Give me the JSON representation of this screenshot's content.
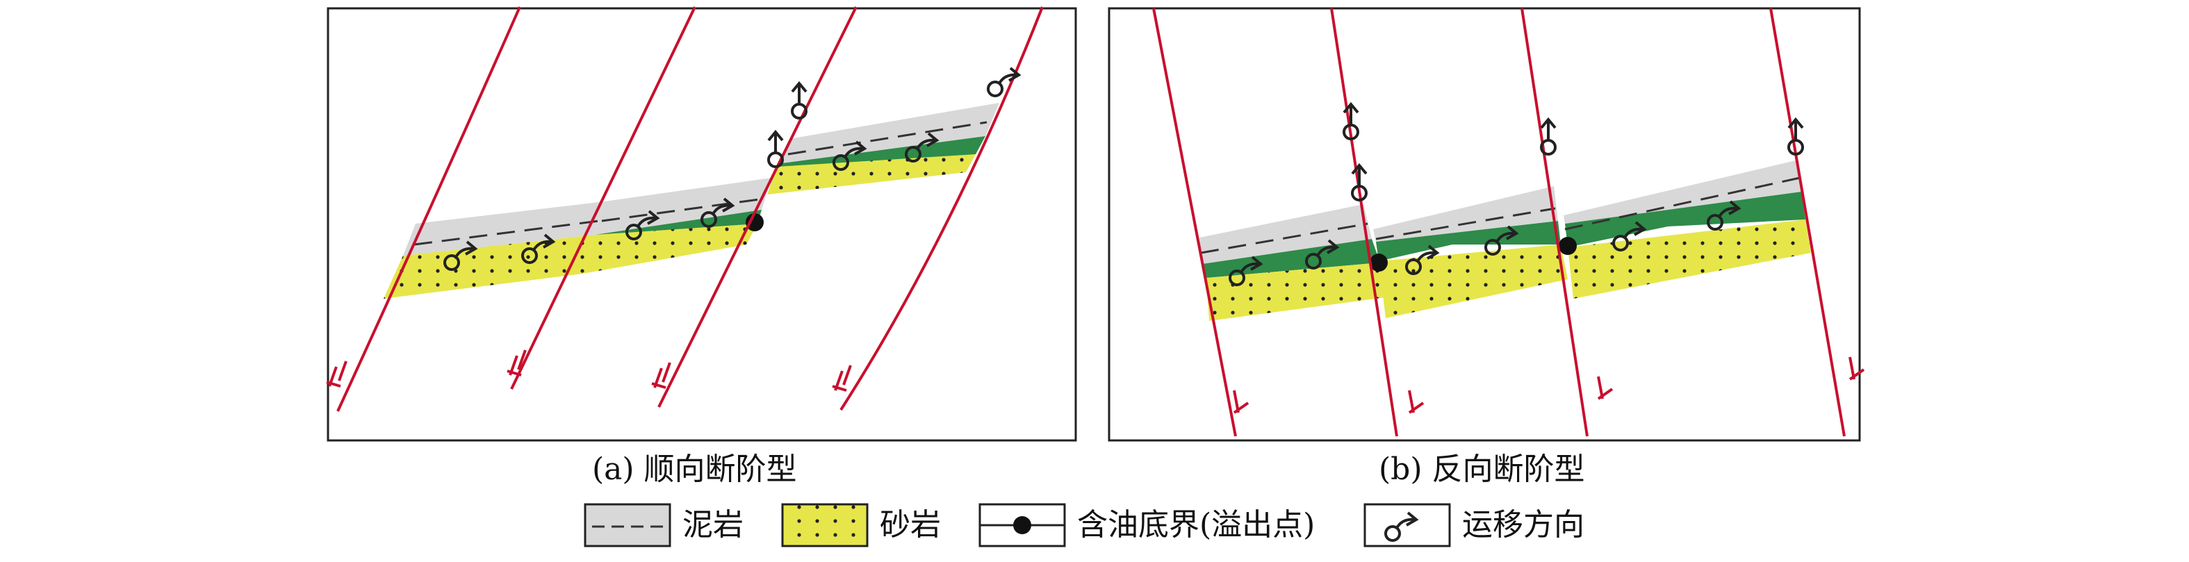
{
  "panels": [
    {
      "id": "a",
      "caption": "(a) 顺向断阶型"
    },
    {
      "id": "b",
      "caption": "(b) 反向断阶型"
    }
  ],
  "legend": {
    "mudstone": "泥岩",
    "sandstone": "砂岩",
    "oil_bottom": "含油底界(溢出点)",
    "migration": "运移方向"
  },
  "colors": {
    "fault": "#c8102e",
    "mudstone": "#d8d8d8",
    "sandstone": "#e6e64a",
    "oil": "#2e8b4a",
    "frame": "#222222"
  }
}
